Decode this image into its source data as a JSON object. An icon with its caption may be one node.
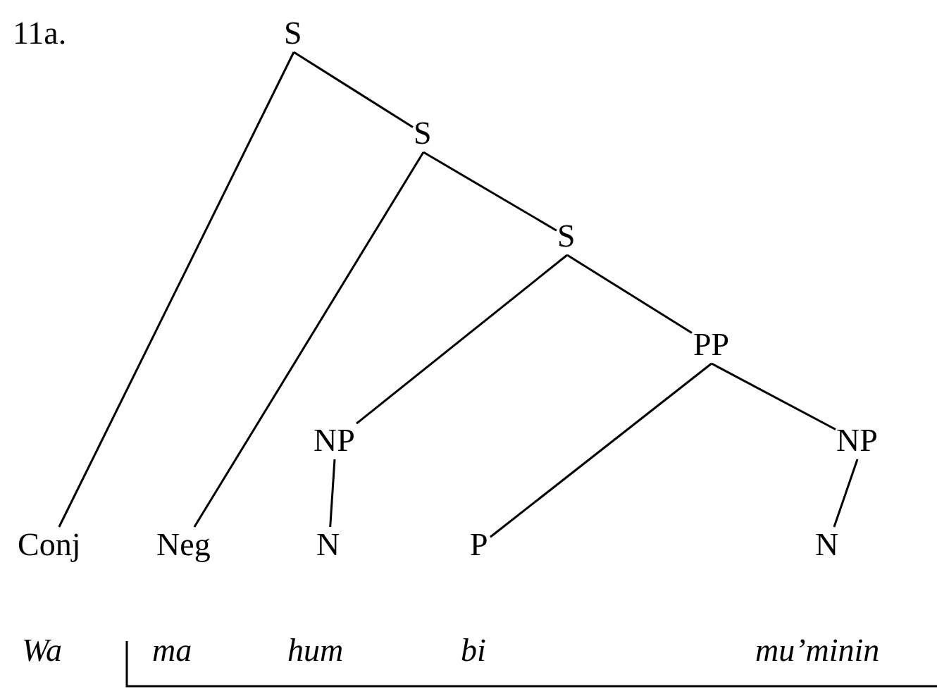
{
  "diagram": {
    "title": "11a.",
    "nodes": [
      {
        "text": [
          "S"
        ]
      },
      {
        "text": [
          "S"
        ]
      },
      {
        "text": [
          "S"
        ]
      },
      {
        "text": [
          "PP"
        ]
      },
      {
        "text": [
          "NP"
        ]
      },
      {
        "text": [
          "NP"
        ]
      },
      {
        "text": [
          "Conj"
        ]
      },
      {
        "text": [
          "Neg"
        ]
      },
      {
        "text": [
          "N"
        ]
      },
      {
        "text": [
          "P"
        ]
      },
      {
        "text": [
          "N"
        ]
      }
    ],
    "edges": [
      {
        "from": 0,
        "to": 6,
        "arrow": "none"
      },
      {
        "from": 0,
        "to": 1,
        "arrow": "none"
      },
      {
        "from": 1,
        "to": 7,
        "arrow": "none"
      },
      {
        "from": 1,
        "to": 2,
        "arrow": "none"
      },
      {
        "from": 2,
        "to": 4,
        "arrow": "none"
      },
      {
        "from": 2,
        "to": 3,
        "arrow": "none"
      },
      {
        "from": 3,
        "to": 9,
        "arrow": "none"
      },
      {
        "from": 3,
        "to": 5,
        "arrow": "none"
      },
      {
        "from": 4,
        "to": 8,
        "arrow": "none"
      },
      {
        "from": 5,
        "to": 10,
        "arrow": "none"
      }
    ],
    "labels": [
      "Wa",
      "ma",
      "hum",
      "bi",
      "mu’minin"
    ]
  }
}
